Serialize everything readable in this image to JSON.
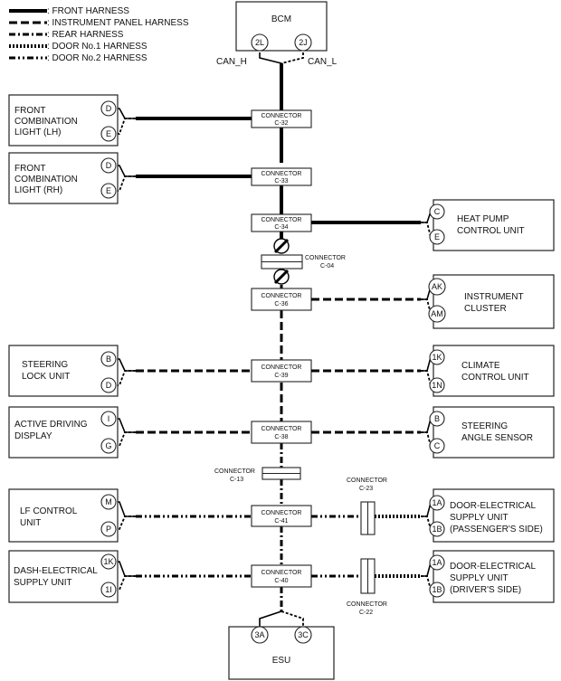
{
  "legend": [
    {
      "label": ": FRONT HARNESS",
      "style": "front"
    },
    {
      "label": ": INSTRUMENT PANEL HARNESS",
      "style": "inst"
    },
    {
      "label": ": REAR HARNESS",
      "style": "rear"
    },
    {
      "label": ": DOOR No.1 HARNESS",
      "style": "door1"
    },
    {
      "label": ": DOOR No.2 HARNESS",
      "style": "door2"
    }
  ],
  "bcm": {
    "name": "BCM",
    "pin_h": "2L",
    "pin_l": "2J",
    "can_h": "CAN_H",
    "can_l": "CAN_L"
  },
  "esu": {
    "name": "ESU",
    "pin_a": "3A",
    "pin_b": "3C"
  },
  "connectors": {
    "c32": {
      "line1": "CONNECTOR",
      "line2": "C-32"
    },
    "c33": {
      "line1": "CONNECTOR",
      "line2": "C-33"
    },
    "c34": {
      "line1": "CONNECTOR",
      "line2": "C-34"
    },
    "c04": {
      "line1": "CONNECTOR",
      "line2": "C-04"
    },
    "c36": {
      "line1": "CONNECTOR",
      "line2": "C-36"
    },
    "c39": {
      "line1": "CONNECTOR",
      "line2": "C-39"
    },
    "c38": {
      "line1": "CONNECTOR",
      "line2": "C-38"
    },
    "c13": {
      "line1": "CONNECTOR",
      "line2": "C-13"
    },
    "c41": {
      "line1": "CONNECTOR",
      "line2": "C-41"
    },
    "c40": {
      "line1": "CONNECTOR",
      "line2": "C-40"
    },
    "c23": {
      "line1": "CONNECTOR",
      "line2": "C-23"
    },
    "c22": {
      "line1": "CONNECTOR",
      "line2": "C-22"
    }
  },
  "left_units": [
    {
      "id": "fcl-lh",
      "lines": [
        "FRONT",
        "COMBINATION",
        "LIGHT (LH)"
      ],
      "pin1": "D",
      "pin2": "E"
    },
    {
      "id": "fcl-rh",
      "lines": [
        "FRONT",
        "COMBINATION",
        "LIGHT (RH)"
      ],
      "pin1": "D",
      "pin2": "E"
    },
    {
      "id": "steering-lock",
      "lines": [
        "STEERING",
        "LOCK UNIT"
      ],
      "pin1": "B",
      "pin2": "D"
    },
    {
      "id": "active-driving-display",
      "lines": [
        "ACTIVE DRIVING",
        "DISPLAY"
      ],
      "pin1": "I",
      "pin2": "G"
    },
    {
      "id": "lf-control",
      "lines": [
        "LF CONTROL",
        "UNIT"
      ],
      "pin1": "M",
      "pin2": "P"
    },
    {
      "id": "dash-electrical",
      "lines": [
        "DASH-ELECTRICAL",
        "SUPPLY UNIT"
      ],
      "pin1": "1K",
      "pin2": "1I"
    }
  ],
  "right_units": [
    {
      "id": "heat-pump",
      "lines": [
        "HEAT PUMP",
        "CONTROL UNIT"
      ],
      "pin1": "C",
      "pin2": "E"
    },
    {
      "id": "instrument-cluster",
      "lines": [
        "INSTRUMENT",
        "CLUSTER"
      ],
      "pin1": "AK",
      "pin2": "AM"
    },
    {
      "id": "climate-control",
      "lines": [
        "CLIMATE",
        "CONTROL UNIT"
      ],
      "pin1": "1K",
      "pin2": "1N"
    },
    {
      "id": "steering-angle",
      "lines": [
        "STEERING",
        "ANGLE SENSOR"
      ],
      "pin1": "B",
      "pin2": "C"
    },
    {
      "id": "door-passenger",
      "lines": [
        "DOOR-ELECTRICAL",
        "SUPPLY UNIT",
        "(PASSENGER'S SIDE)"
      ],
      "pin1": "1A",
      "pin2": "1B"
    },
    {
      "id": "door-driver",
      "lines": [
        "DOOR-ELECTRICAL",
        "SUPPLY UNIT",
        "(DRIVER'S SIDE)"
      ],
      "pin1": "1A",
      "pin2": "1B"
    }
  ]
}
